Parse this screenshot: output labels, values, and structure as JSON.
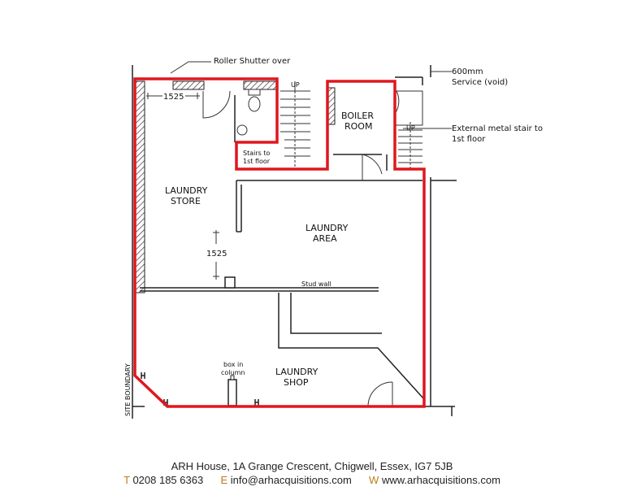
{
  "plan": {
    "callouts": {
      "roller_shutter": "Roller Shutter over",
      "service_void_line1": "600mm",
      "service_void_line2": "Service (void)",
      "external_stair_line1": "External metal stair to",
      "external_stair_line2": "1st floor",
      "site_boundary": "SITE BOUNDARY",
      "stud_wall": "Stud wall"
    },
    "dimensions": {
      "top": "1525",
      "middle": "1525"
    },
    "rooms": {
      "boiler_line1": "BOILER",
      "boiler_line2": "ROOM",
      "laundry_store_line1": "LAUNDRY",
      "laundry_store_line2": "STORE",
      "laundry_area_line1": "LAUNDRY",
      "laundry_area_line2": "AREA",
      "laundry_shop_line1": "LAUNDRY",
      "laundry_shop_line2": "SHOP",
      "stairs_line1": "Stairs to",
      "stairs_line2": "1st floor",
      "box_line1": "box in",
      "box_line2": "column"
    },
    "stair_labels": {
      "up_left": "UP",
      "up_right": "UP"
    },
    "outline_color": "#e0161e"
  },
  "footer": {
    "address": "ARH House, 1A Grange Crescent, Chigwell, Essex, IG7 5JB",
    "phone_key": "T",
    "phone": "0208 185 6363",
    "email_key": "E",
    "email": "info@arhacquisitions.com",
    "web_key": "W",
    "web": "www.arhacquisitions.com",
    "accent_color": "#c07a1b"
  }
}
